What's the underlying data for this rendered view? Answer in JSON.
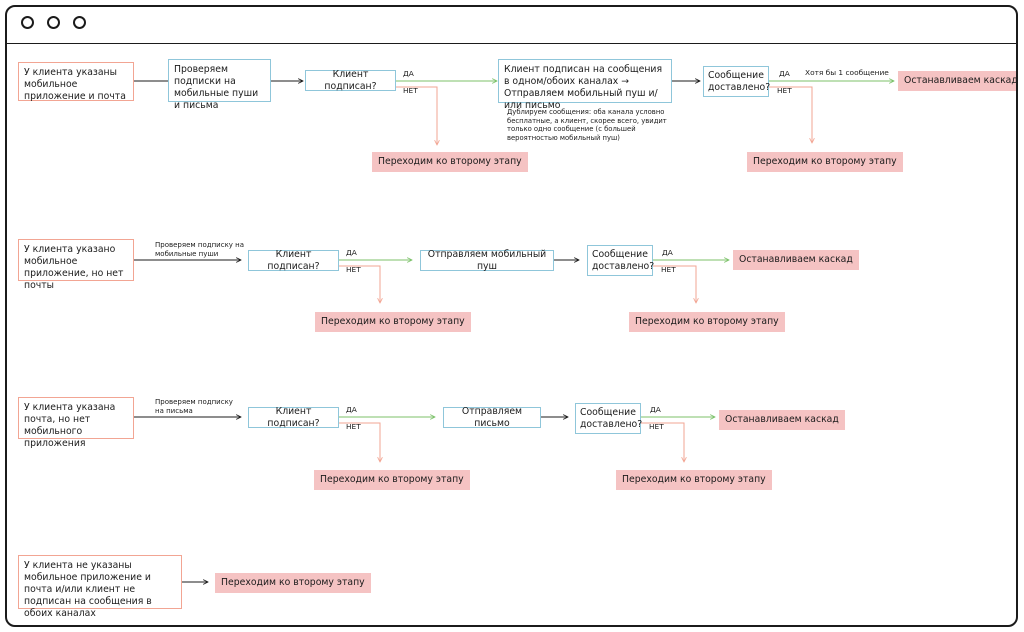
{
  "window": {
    "controls": [
      "circle-icon",
      "circle-icon",
      "circle-icon"
    ]
  },
  "flow1": {
    "start": "У клиента указаны мобильное приложение и почта",
    "check": "Проверяем подписки на мобильные пуши и письма",
    "question": "Клиент подписан?",
    "yes": "ДА",
    "no": "НЕТ",
    "action": "Клиент подписан на сообщения в одном/обоих каналах → Отправляем мобильный пуш и/или письмо",
    "note": "Дублируем сообщения: оба канала условно бесплатные, а клиент, скорее всего, увидит только одно сообщение (с большей вероятностью мобильный пуш)",
    "delivered": "Сообщение доставлено?",
    "yes2": "ДА",
    "yes2_note": "Хотя бы 1 сообщение",
    "no2": "НЕТ",
    "stop": "Останавливаем каскад",
    "next1": "Переходим ко второму этапу",
    "next2": "Переходим ко второму этапу"
  },
  "flow2": {
    "start": "У клиента указано мобильное приложение, но нет почты",
    "check_label": "Проверяем подписку на мобильные пуши",
    "question": "Клиент подписан?",
    "yes": "ДА",
    "no": "НЕТ",
    "action": "Отправляем мобильный пуш",
    "delivered": "Сообщение доставлено?",
    "yes2": "ДА",
    "no2": "НЕТ",
    "stop": "Останавливаем каскад",
    "next1": "Переходим ко второму этапу",
    "next2": "Переходим ко второму этапу"
  },
  "flow3": {
    "start": "У клиента указана почта, но нет мобильного приложения",
    "check_label": "Проверяем подписку на письма",
    "question": "Клиент подписан?",
    "yes": "ДА",
    "no": "НЕТ",
    "action": "Отправляем письмо",
    "delivered": "Сообщение доставлено?",
    "yes2": "ДА",
    "no2": "НЕТ",
    "stop": "Останавливаем каскад",
    "next1": "Переходим ко второму этапу",
    "next2": "Переходим ко второму этапу"
  },
  "flow4": {
    "start": "У клиента не указаны мобильное приложение и почта и/или клиент не подписан на сообщения в обоих каналах",
    "next": "Переходим ко второму этапу"
  },
  "colors": {
    "green": "#7cc26a",
    "salmon": "#f2a593",
    "outline": "#1b1b1b",
    "stop_fill": "#f5c3c3"
  }
}
